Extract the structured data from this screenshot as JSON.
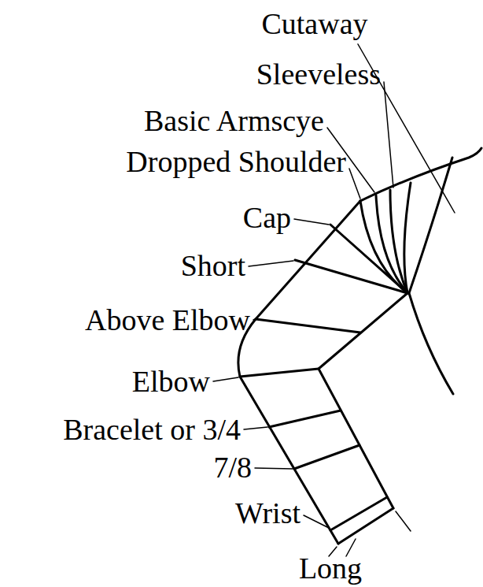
{
  "diagram": {
    "labels": [
      "Cutaway",
      "Sleeveless",
      "Basic Armscye",
      "Dropped Shoulder",
      "Cap",
      "Short",
      "Above Elbow",
      "Elbow",
      "Bracelet or 3/4",
      "7/8",
      "Wrist",
      "Long"
    ]
  }
}
